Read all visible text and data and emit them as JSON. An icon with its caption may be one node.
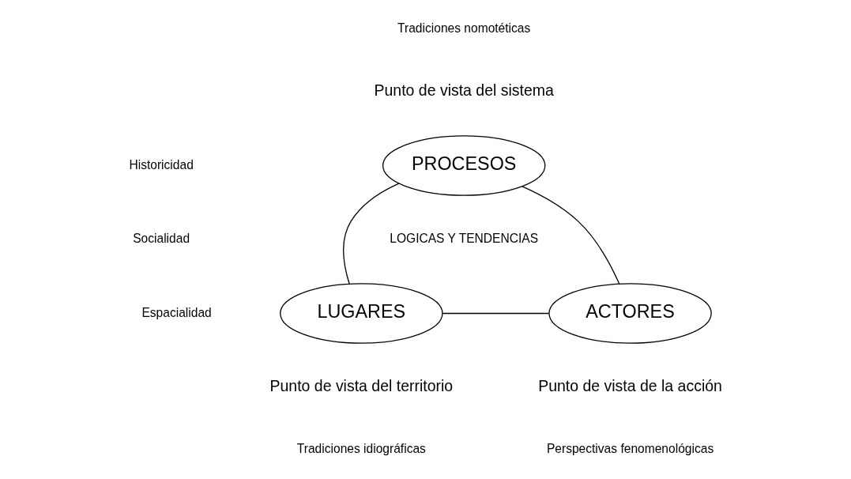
{
  "diagram": {
    "nodes": [
      {
        "text": [
          "PROCESOS"
        ],
        "beside": [
          "Punto de vista del sistema"
        ]
      },
      {
        "text": [
          "LUGARES"
        ],
        "beside": [
          "Punto de vista del territorio"
        ]
      },
      {
        "text": [
          "ACTORES"
        ],
        "beside": [
          "Punto de vista de la acción"
        ]
      }
    ],
    "edges": [
      {
        "from": 0,
        "to": 1,
        "arrow": "none"
      },
      {
        "from": 0,
        "to": 2,
        "arrow": "none"
      },
      {
        "from": 1,
        "to": 2,
        "arrow": "none"
      }
    ],
    "labels": [
      "Tradiciones nomotéticas",
      "Historicidad",
      "Socialidad",
      "LOGICAS Y TENDENCIAS",
      "Espacialidad",
      "Tradiciones idiográficas",
      "Perspectivas fenomenológicas"
    ]
  }
}
